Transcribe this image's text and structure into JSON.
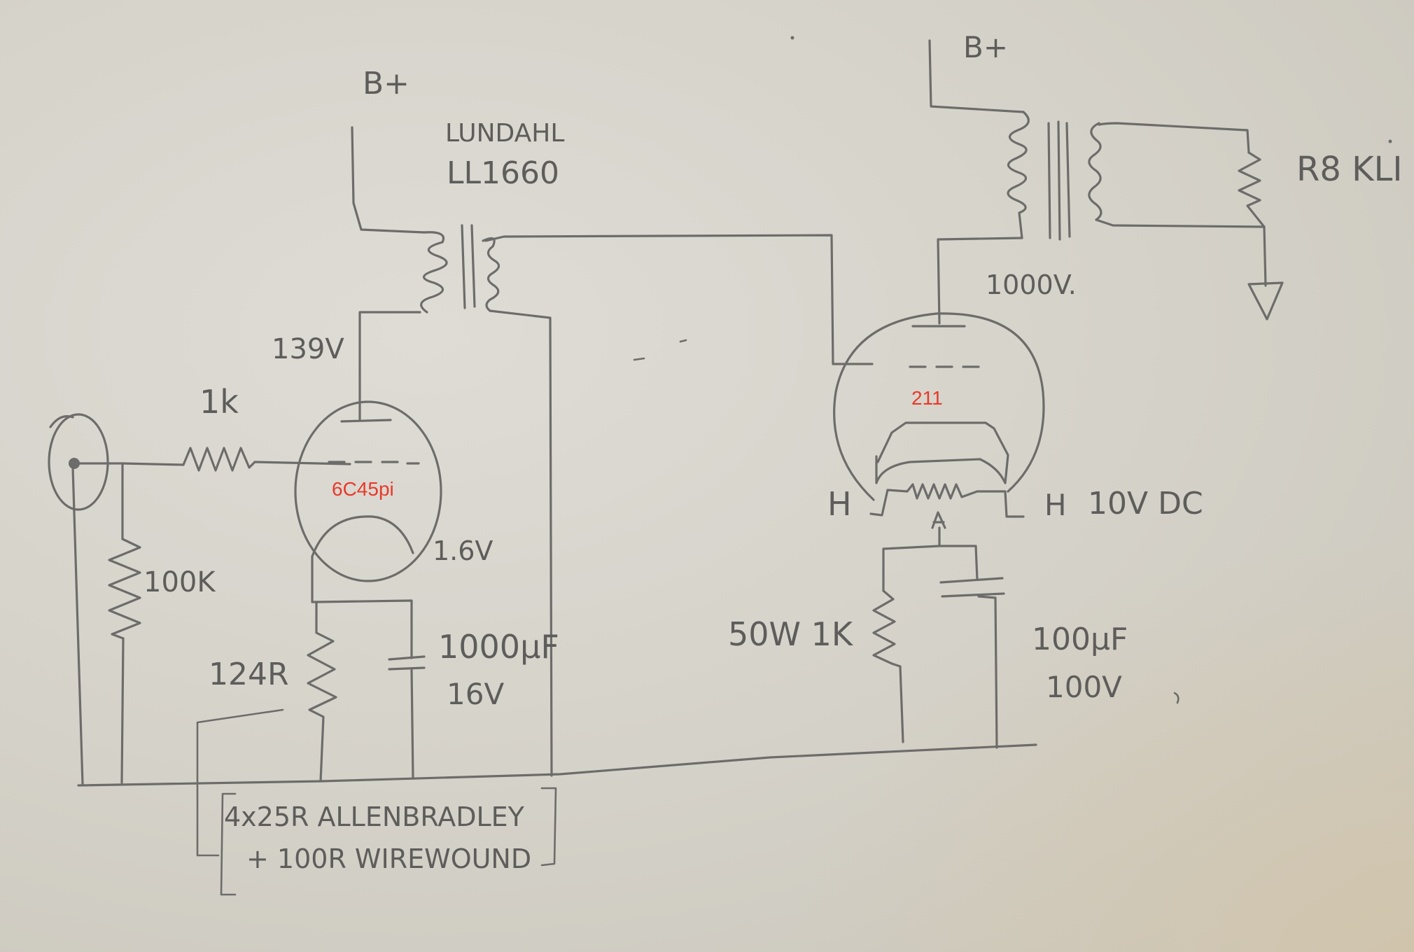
{
  "labels": {
    "bplus_left": "B+",
    "bplus_right": "B+",
    "transformer_brand": "LUNDAHL",
    "transformer_model": "LL1660",
    "plate_voltage_driver": "139V",
    "input_resistor": "1k",
    "grid_resistor": "100K",
    "driver_tube": "6C45pi",
    "cathode_voltage": "1.6V",
    "cathode_resistor": "124R",
    "cathode_cap_value": "1000µF",
    "cathode_cap_voltage": "16V",
    "resistor_note_line1": "4x25R ALLENBRADLEY",
    "resistor_note_line2": "+ 100R WIREWOUND",
    "plate_voltage_output": "1000V.",
    "output_tube": "211",
    "heater_left": "H",
    "heater_right": "H",
    "heater_supply": "10V DC",
    "filament_resistor": "50W 1K",
    "filament_cap_value": "100µF",
    "filament_cap_voltage": "100V",
    "speaker_load": "R8 KLI"
  },
  "colors": {
    "pencil": "#6d6c6a",
    "tube_label": "#e8392a",
    "paper": "#d9d7cf"
  }
}
